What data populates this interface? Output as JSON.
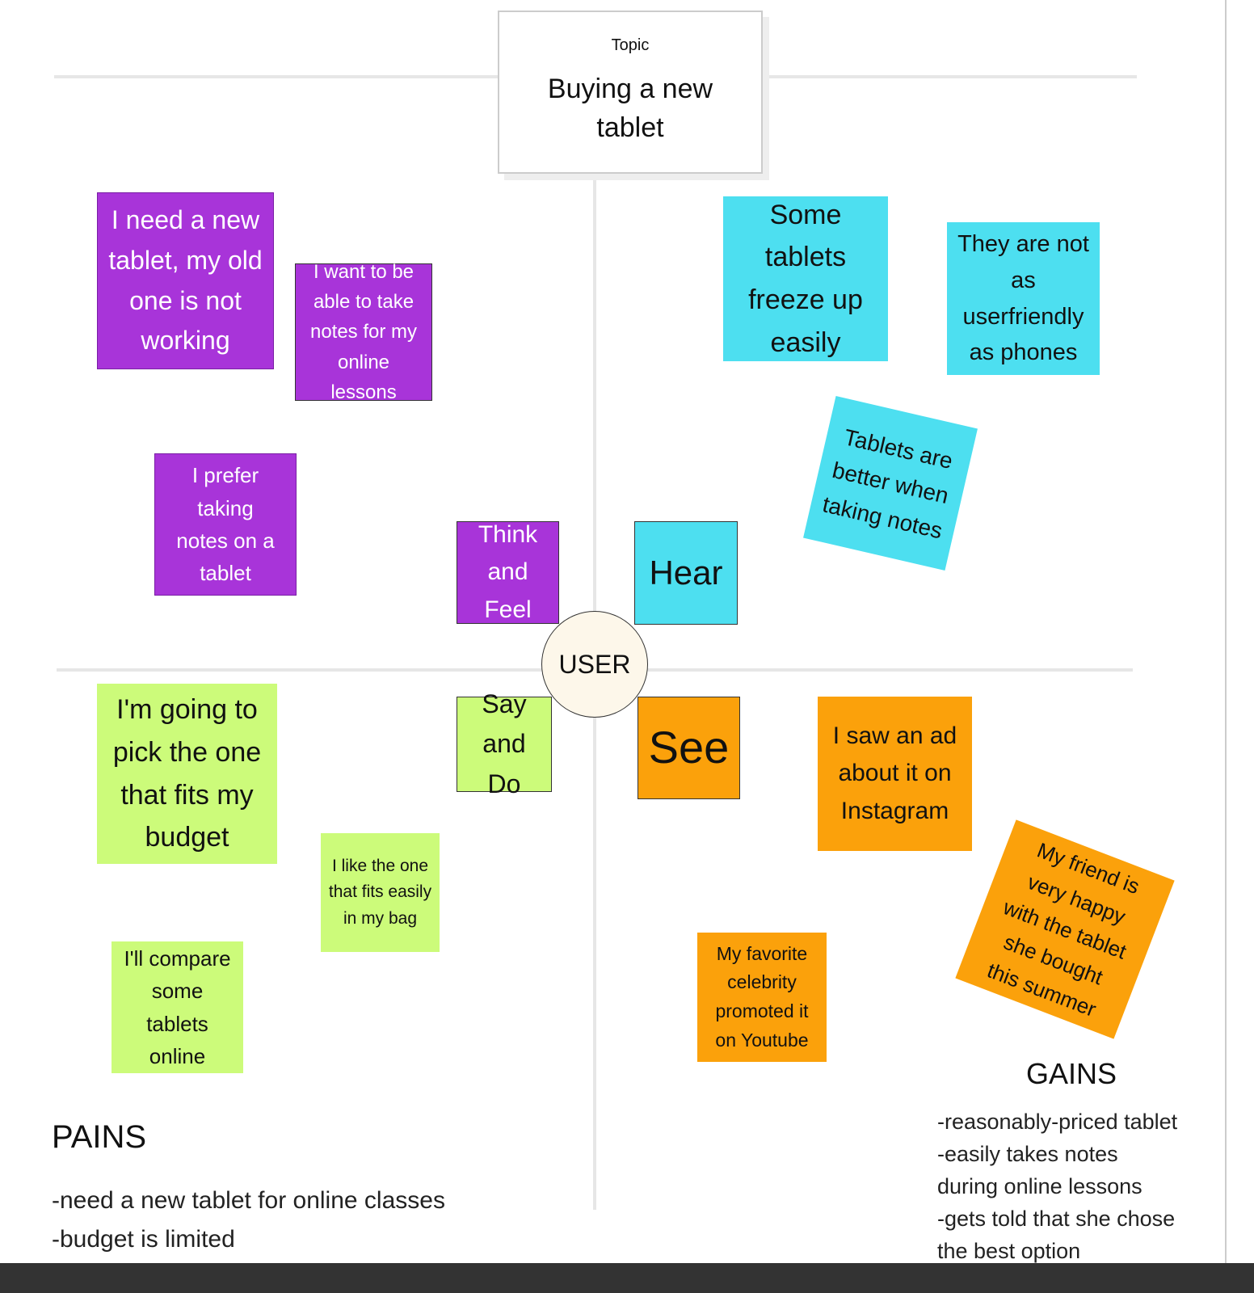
{
  "topic": {
    "label": "Topic",
    "title": "Buying a new tablet"
  },
  "center": "USER",
  "quadrants": {
    "think_feel": "Think and Feel",
    "hear": "Hear",
    "say_do": "Say and Do",
    "see": "See"
  },
  "notes": {
    "think": [
      "I need a new tablet, my old one is not working",
      "I want to be able to take notes for my online lessons",
      "I prefer taking notes on a tablet"
    ],
    "hear": [
      "Some tablets freeze up easily",
      "They are not as userfriendly as phones",
      "Tablets are better when taking notes"
    ],
    "say": [
      "I'm going to pick the one that fits my budget",
      "I like the one that fits easily in my bag",
      "I'll compare some tablets online"
    ],
    "see": [
      "I saw an ad about it on Instagram",
      "My favorite celebrity promoted it on Youtube",
      "My friend is very happy with the tablet she bought this summer"
    ]
  },
  "pains": {
    "title": "PAINS",
    "items": [
      "-need a new tablet for online classes",
      "-budget is limited"
    ]
  },
  "gains": {
    "title": "GAINS",
    "items": [
      "-reasonably-priced tablet",
      "-easily takes notes during online lessons",
      "-gets told that she chose the best option"
    ]
  },
  "colors": {
    "purple": "#a834d9",
    "cyan": "#4ddff0",
    "green": "#ccfb7a",
    "orange": "#fba10b"
  }
}
